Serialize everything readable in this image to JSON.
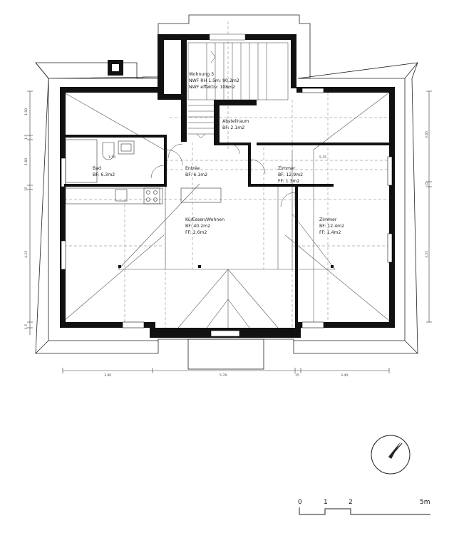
{
  "rooms": {
    "wohnung": {
      "name": "Wohnung 3",
      "line1": "NWF RH 1.5m: 90.2m2",
      "line2": "NWF effektiv: 108m2"
    },
    "abstellraum": {
      "name": "Abstellraum",
      "area": "BF: 2.1m2"
    },
    "bad": {
      "name": "Bad",
      "area": "BF: 6.3m2"
    },
    "entree": {
      "name": "Entrée",
      "area": "BF: 6.1m2"
    },
    "zimmer1": {
      "name": "Zimmer",
      "area": "BF: 12.9m2",
      "ff": "FF: 1.3m2"
    },
    "kueche": {
      "name": "Kü/Essen/Wohnen",
      "area": "BF: 40.2m2",
      "ff": "FF: 2.6m2"
    },
    "zimmer2": {
      "name": "Zimmer",
      "area": "BF: 12.4m2",
      "ff": "FF: 1.4m2"
    }
  },
  "dimensions": {
    "left": [
      "1.90",
      "1.5",
      "1.80",
      "15",
      "4.15",
      "1.5"
    ],
    "right": [
      "3.65",
      "15",
      "3.55"
    ],
    "bottom": [
      "3.90",
      "5.78",
      "15",
      "3.40"
    ],
    "inner": [
      "1.50",
      "5.35"
    ]
  },
  "scale_bar": {
    "labels": [
      "0",
      "1",
      "2",
      "5m"
    ]
  }
}
